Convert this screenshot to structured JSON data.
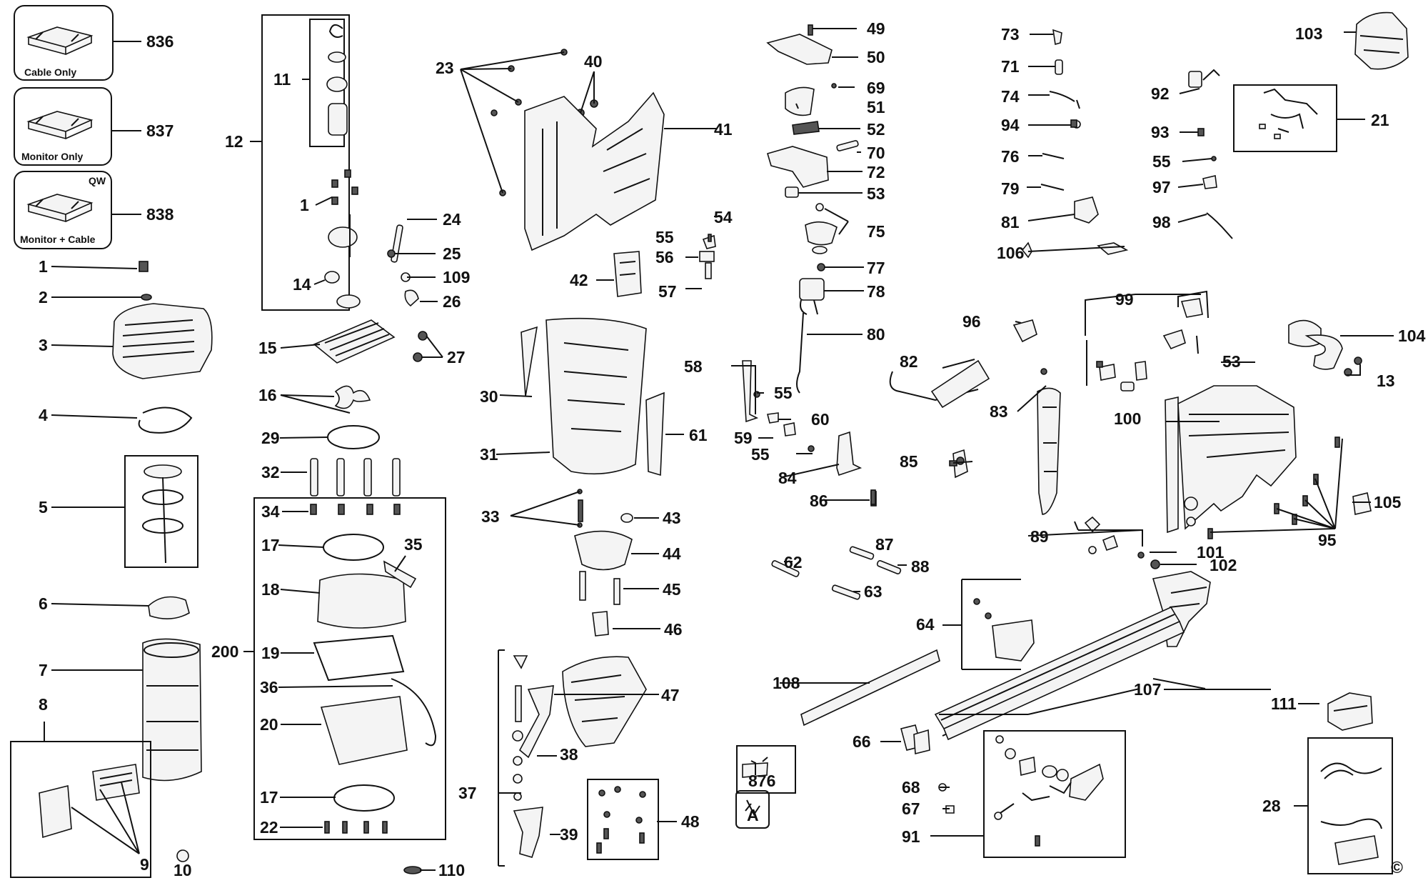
{
  "diagram": {
    "kit_captions": {
      "cable_only": "Cable Only",
      "monitor_only": "Monitor Only",
      "monitor_cable": "Monitor + Cable",
      "qw": "QW"
    },
    "copyright_symbol": "©",
    "tag_letter": "A",
    "labels": {
      "p836": "836",
      "p837": "837",
      "p838": "838",
      "p1a": "1",
      "p2": "2",
      "p3": "3",
      "p4": "4",
      "p5": "5",
      "p6": "6",
      "p7": "7",
      "p8": "8",
      "p9": "9",
      "p10": "10",
      "p11": "11",
      "p12": "12",
      "p1b": "1",
      "p14": "14",
      "p15": "15",
      "p16": "16",
      "p29": "29",
      "p32": "32",
      "p200": "200",
      "p34": "34",
      "p17a": "17",
      "p35": "35",
      "p18": "18",
      "p19": "19",
      "p36": "36",
      "p20": "20",
      "p17b": "17",
      "p22": "22",
      "p24": "24",
      "p25": "25",
      "p109": "109",
      "p26": "26",
      "p27": "27",
      "p110": "110",
      "p23": "23",
      "p40": "40",
      "p41": "41",
      "p42": "42",
      "p30": "30",
      "p31": "31",
      "p61": "61",
      "p33": "33",
      "p43": "43",
      "p44": "44",
      "p45": "45",
      "p46": "46",
      "p37": "37",
      "p38": "38",
      "p39": "39",
      "p47": "47",
      "p48": "48",
      "p54": "54",
      "p55a": "55",
      "p56": "56",
      "p57": "57",
      "p49": "49",
      "p50": "50",
      "p69": "69",
      "p51": "51",
      "p52": "52",
      "p70": "70",
      "p72": "72",
      "p53a": "53",
      "p75": "75",
      "p77": "77",
      "p78": "78",
      "p80": "80",
      "p58": "58",
      "p55b": "55",
      "p60": "60",
      "p59": "59",
      "p55c": "55",
      "p84": "84",
      "p86": "86",
      "p62": "62",
      "p87": "87",
      "p88": "88",
      "p63": "63",
      "p876": "876",
      "p108": "108",
      "p64": "64",
      "p66": "66",
      "p68": "68",
      "p67": "67",
      "p91": "91",
      "p73": "73",
      "p71": "71",
      "p74": "74",
      "p94": "94",
      "p76": "76",
      "p79": "79",
      "p81": "81",
      "p106": "106",
      "p96": "96",
      "p82": "82",
      "p83": "83",
      "p85": "85",
      "p99": "99",
      "p92": "92",
      "p93": "93",
      "p55d": "55",
      "p97": "97",
      "p98": "98",
      "p21": "21",
      "p103": "103",
      "p104": "104",
      "p53b": "53",
      "p13": "13",
      "p100": "100",
      "p89": "89",
      "p95": "95",
      "p101": "101",
      "p102": "102",
      "p105": "105",
      "p107": "107",
      "p111": "111",
      "p28": "28"
    }
  }
}
